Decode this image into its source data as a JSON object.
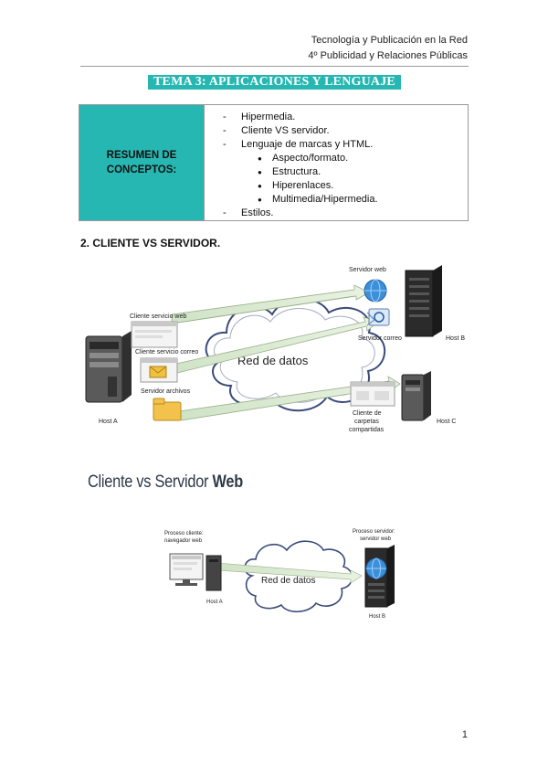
{
  "header": {
    "line1": "Tecnología y Publicación en la Red",
    "line2": "4º Publicidad y Relaciones Públicas"
  },
  "title": "TEMA 3: APLICACIONES Y LENGUAJE",
  "summary": {
    "label_line1": "RESUMEN DE",
    "label_line2": "CONCEPTOS:",
    "dash": "-",
    "bullet": "●",
    "items": [
      "Hipermedia.",
      "Cliente VS servidor.",
      "Lenguaje de marcas y HTML."
    ],
    "subitems": [
      "Aspecto/formato.",
      "Estructura.",
      "Hiperenlaces.",
      "Multimedia/Hipermedia."
    ],
    "last_item": "Estilos."
  },
  "section_heading": "2. CLIENTE VS SERVIDOR.",
  "diagram1": {
    "servidor_web": "Servidor web",
    "cliente_servicio_web": "Cliente servicio web",
    "cliente_servicio_correo": "Cliente servicio correo",
    "servidor_correo": "Servidor correo",
    "host_b": "Host B",
    "red_de_datos": "Red de datos",
    "servidor_archivos": "Servidor archivos",
    "host_a": "Host A",
    "cliente_carpetas_1": "Cliente de",
    "cliente_carpetas_2": "carpetas",
    "cliente_carpetas_3": "compartidas",
    "host_c": "Host C"
  },
  "web_title": {
    "normal": "Cliente vs Servidor ",
    "bold": "Web"
  },
  "diagram2": {
    "proceso_cliente_1": "Proceso cliente:",
    "proceso_cliente_2": "navegador web",
    "proceso_servidor_1": "Proceso servidor:",
    "proceso_servidor_2": "servidor web",
    "red_de_datos": "Red de datos",
    "host_a": "Host A",
    "host_b": "Host B"
  },
  "page_number": "1"
}
